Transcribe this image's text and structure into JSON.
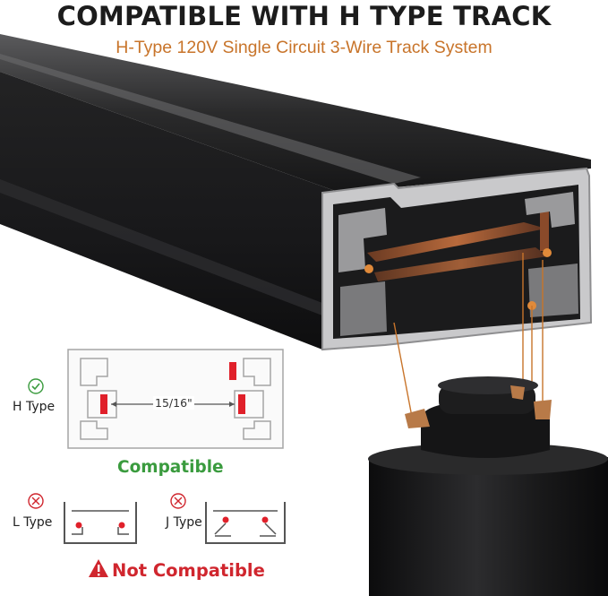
{
  "header": {
    "title": "COMPATIBLE WITH H TYPE TRACK",
    "subtitle": "H-Type 120V Single Circuit 3-Wire Track System"
  },
  "h_type": {
    "label": "H Type",
    "dimension": "15/16\"",
    "status": "Compatible",
    "status_icon": "check-circle-icon"
  },
  "others": {
    "l_type_label": "L Type",
    "j_type_label": "J Type",
    "status": "Not Compatible",
    "status_icon": "warning-triangle-icon",
    "cross_icon": "x-circle-icon"
  },
  "colors": {
    "accent_orange": "#c8742a",
    "compatible_green": "#3a9b3e",
    "not_compatible_red": "#d0262e",
    "contact_red": "#e0202a",
    "track_black": "#1e1e1f"
  }
}
